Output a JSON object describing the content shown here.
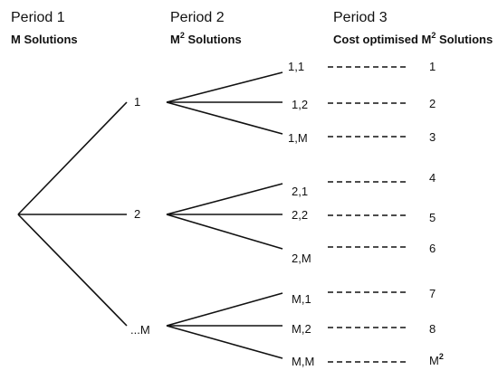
{
  "headers": {
    "period1": {
      "title": "Period 1",
      "subtitle": "M Solutions"
    },
    "period2": {
      "title": "Period 2",
      "subtitle_main": "M",
      "subtitle_sup": "2",
      "subtitle_rest": " Solutions"
    },
    "period3": {
      "title": "Period 3",
      "subtitle_main": "Cost optimised M",
      "subtitle_sup": "2",
      "subtitle_rest": " Solutions"
    }
  },
  "level1": [
    "1",
    "2",
    "...M"
  ],
  "level2": [
    [
      "1,1",
      "1,2",
      "1,M"
    ],
    [
      "2,1",
      "2,2",
      "2,M"
    ],
    [
      "M,1",
      "M,2",
      "M,M"
    ]
  ],
  "level3": [
    "1",
    "2",
    "3",
    "4",
    "5",
    "6",
    "7",
    "8"
  ],
  "level3_last": {
    "main": "M",
    "sup": "2"
  }
}
